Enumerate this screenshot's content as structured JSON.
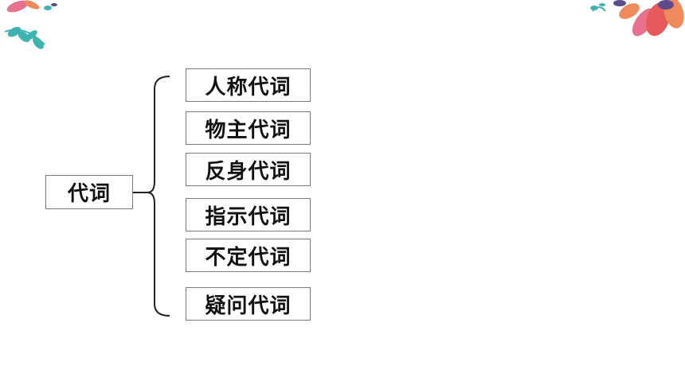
{
  "diagram": {
    "root": {
      "label": "代词"
    },
    "children": [
      {
        "label": "人称代词"
      },
      {
        "label": "物主代词"
      },
      {
        "label": "反身代词"
      },
      {
        "label": "指示代词"
      },
      {
        "label": "不定代词"
      },
      {
        "label": "疑问代词"
      }
    ]
  },
  "decoration": {
    "left_icon": "leaf-spray-icon",
    "right_icon": "flower-petals-icon",
    "colors": {
      "teal": "#3fb3b0",
      "pink": "#e8728e",
      "orange": "#ef8a5a",
      "purple": "#5d4b8c"
    }
  }
}
